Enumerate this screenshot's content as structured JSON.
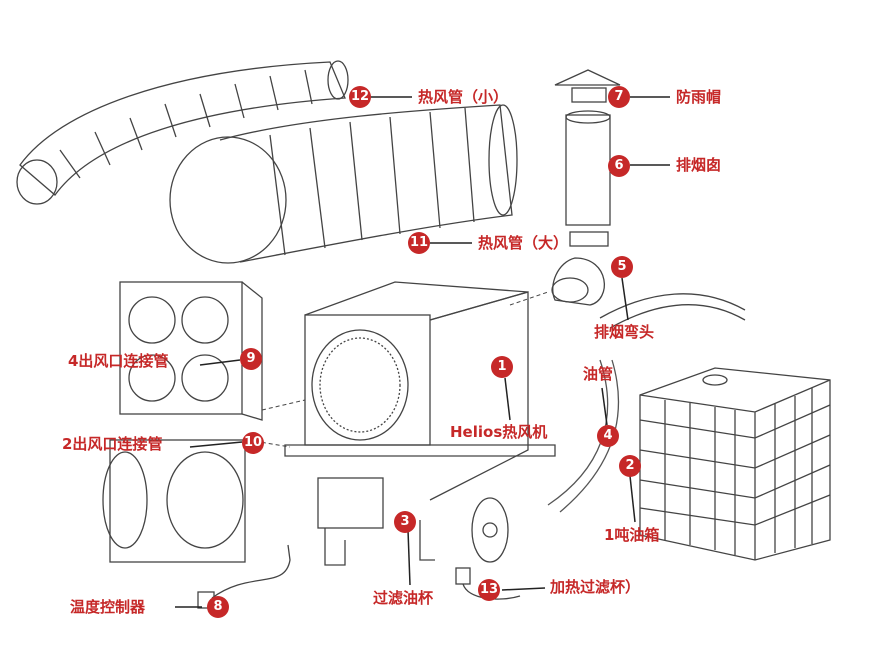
{
  "colors": {
    "accent": "#c62828",
    "line": "#222222",
    "outline": "#444444"
  },
  "parts": [
    {
      "id": "1",
      "label": "Helios热风机"
    },
    {
      "id": "2",
      "label": "1吨油箱"
    },
    {
      "id": "3",
      "label": "过滤油杯"
    },
    {
      "id": "4",
      "label": "油管"
    },
    {
      "id": "5",
      "label": "排烟弯头"
    },
    {
      "id": "6",
      "label": "排烟囱"
    },
    {
      "id": "7",
      "label": "防雨帽"
    },
    {
      "id": "8",
      "label": "温度控制器"
    },
    {
      "id": "9",
      "label": "4出风口连接管"
    },
    {
      "id": "10",
      "label": "2出风口连接管"
    },
    {
      "id": "11",
      "label": "热风管（大）"
    },
    {
      "id": "12",
      "label": "热风管（小）"
    },
    {
      "id": "13",
      "label": "加热过滤杯）"
    }
  ]
}
